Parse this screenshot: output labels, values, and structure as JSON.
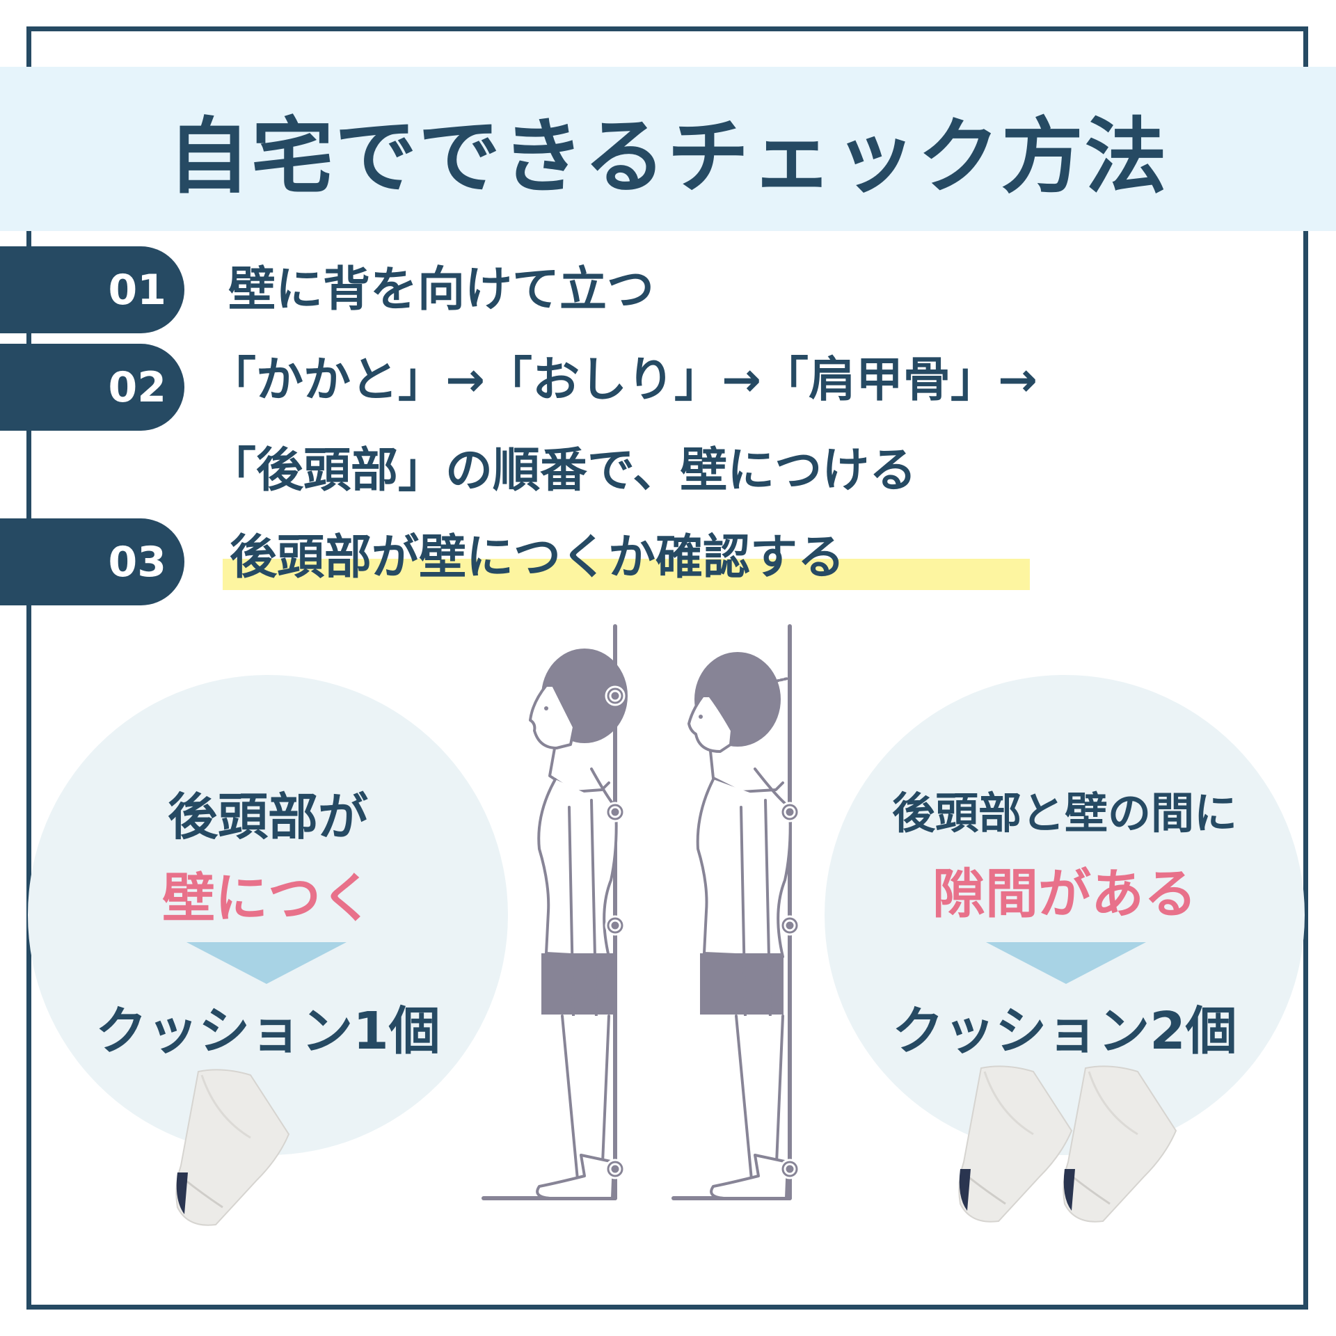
{
  "title": "自宅でできるチェック方法",
  "steps": [
    {
      "number": "01",
      "text": "壁に背を向けて立つ"
    },
    {
      "number": "02",
      "text_line1": "「かかと」→「おしり」→「肩甲骨」→",
      "text_line2": "「後頭部」の順番で、壁につける"
    },
    {
      "number": "03",
      "text": "後頭部が壁につくか確認する"
    }
  ],
  "result_left": {
    "line1": "後頭部が",
    "line2": "壁につく",
    "result": "クッション1個"
  },
  "result_right": {
    "line1": "後頭部と壁の間に",
    "line2": "隙間がある",
    "result": "クッション2個"
  },
  "colors": {
    "navy": "#264a63",
    "title_band": "#e6f4fb",
    "highlight": "#fdf5a0",
    "pink": "#e8718a",
    "arrow": "#a8d3e5",
    "circle": "#ebf3f6",
    "figure": "#878496"
  }
}
